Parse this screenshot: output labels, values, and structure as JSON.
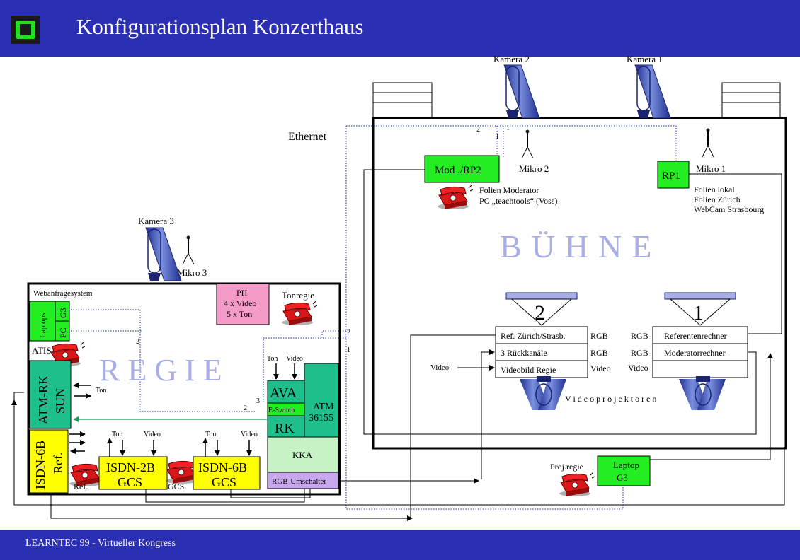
{
  "header": {
    "title": "Konfigurationsplan Konzerthaus"
  },
  "footer": {
    "text": "LEARNTEC 99 - Virtueller Kongress"
  },
  "colors": {
    "title_bar": "#2b2fb3",
    "green": "#22ee22",
    "teal": "#1dbf8c",
    "yellow": "#ffff00",
    "pink": "#f59bc7",
    "light_green": "#c6f2c6",
    "lavender": "#c8a7ef",
    "watermark": "#a8aee6"
  },
  "stage": {
    "watermark": "BÜHNE",
    "ethernet": "Ethernet",
    "kamera2": "Kamera 2",
    "kamera1": "Kamera 1",
    "mikro2": "Mikro 2",
    "mikro1": "Mikro 1",
    "mod_rp2": "Mod ./RP2",
    "rp1": "RP1",
    "folien_moderator": "Folien Moderator",
    "pc_teachtools": "PC „teachtools“ (Voss)",
    "folien_lokal": "Folien lokal",
    "folien_zuerich": "Folien Zürich",
    "webcam": "WebCam Strasbourg",
    "beamer2": "2",
    "beamer1": "1",
    "p2_row1": "Ref. Zürich/Strasb.",
    "p2_row2": "3 Rückkanäle",
    "p2_row3": "Videobild Regie",
    "p2_r1": "RGB",
    "p2_r2": "RGB",
    "p2_r3": "Video",
    "p1_l1": "RGB",
    "p1_l2": "RGB",
    "p1_l3": "Video",
    "p1_row1": "Referentenrechner",
    "p1_row2": "Moderatorrechner",
    "video_in": "Video",
    "videoprojektoren": "V i d e o p r o j e k t o r e n",
    "n2a": "2",
    "n1a": "1",
    "n1b": "1",
    "n2b": "2",
    "n1c": "1"
  },
  "regie": {
    "watermark": "R E G I E",
    "kamera3": "Kamera 3",
    "mikro3": "Mikro 3",
    "webanfrage": "Webanfragesystem",
    "ph_1": "PH",
    "ph_2": "4 x Video",
    "ph_3": "5 x Ton",
    "tonregie": "Tonregie",
    "laptops": "Laptops",
    "g3": "G3",
    "pc": "PC",
    "atis": "ATIS",
    "atm_rk": "ATM-RK",
    "sun": "SUN",
    "ton_side": "Ton",
    "isdn6b_ref_1": "ISDN-6B",
    "isdn6b_ref_2": "Ref.",
    "ref_label": "Ref.",
    "isdn2b_1": "ISDN-2B",
    "isdn2b_2": "GCS",
    "gcs_label": "GCS",
    "isdn6b_1": "ISDN-6B",
    "isdn6b_2": "GCS",
    "ton1": "Ton",
    "video1": "Video",
    "ton2": "Ton",
    "video2": "Video",
    "ton3": "Ton",
    "video3": "Video",
    "ava": "AVA",
    "eswitch": "E-Switch",
    "rk": "RK",
    "atm_36155_1": "ATM",
    "atm_36155_2": "36155",
    "kka": "KKA",
    "rgb_umschalter": "RGB-Umschalter",
    "n2": "2",
    "n3": "3",
    "n2c": "2"
  },
  "projregie": {
    "label": "Proj.regie",
    "laptop_1": "Laptop",
    "laptop_2": "G3"
  }
}
